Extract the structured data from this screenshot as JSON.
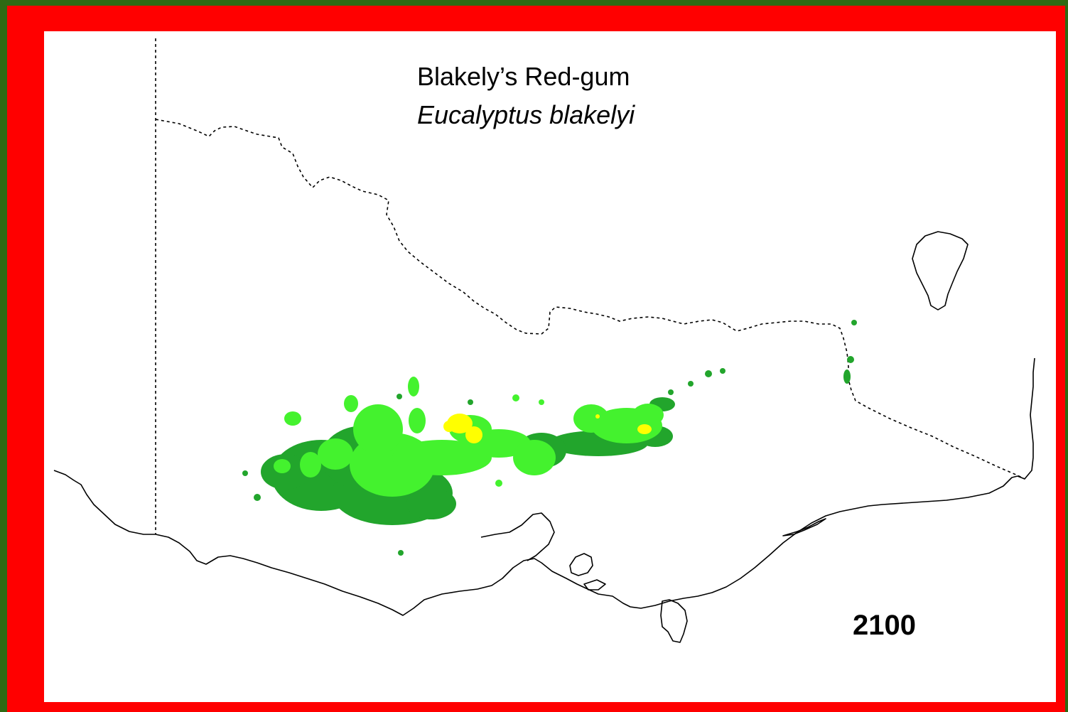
{
  "map": {
    "common_name": "Blakely’s Red-gum",
    "scientific_name": "Eucalyptus blakelyi",
    "year": "2100",
    "colors": {
      "outer_border": "#2f6a14",
      "frame": "#ff0000",
      "background": "#ffffff",
      "outline": "#000000",
      "distribution_dark": "#22a52c",
      "distribution_light": "#44f22e",
      "distribution_high": "#ffff00"
    }
  }
}
